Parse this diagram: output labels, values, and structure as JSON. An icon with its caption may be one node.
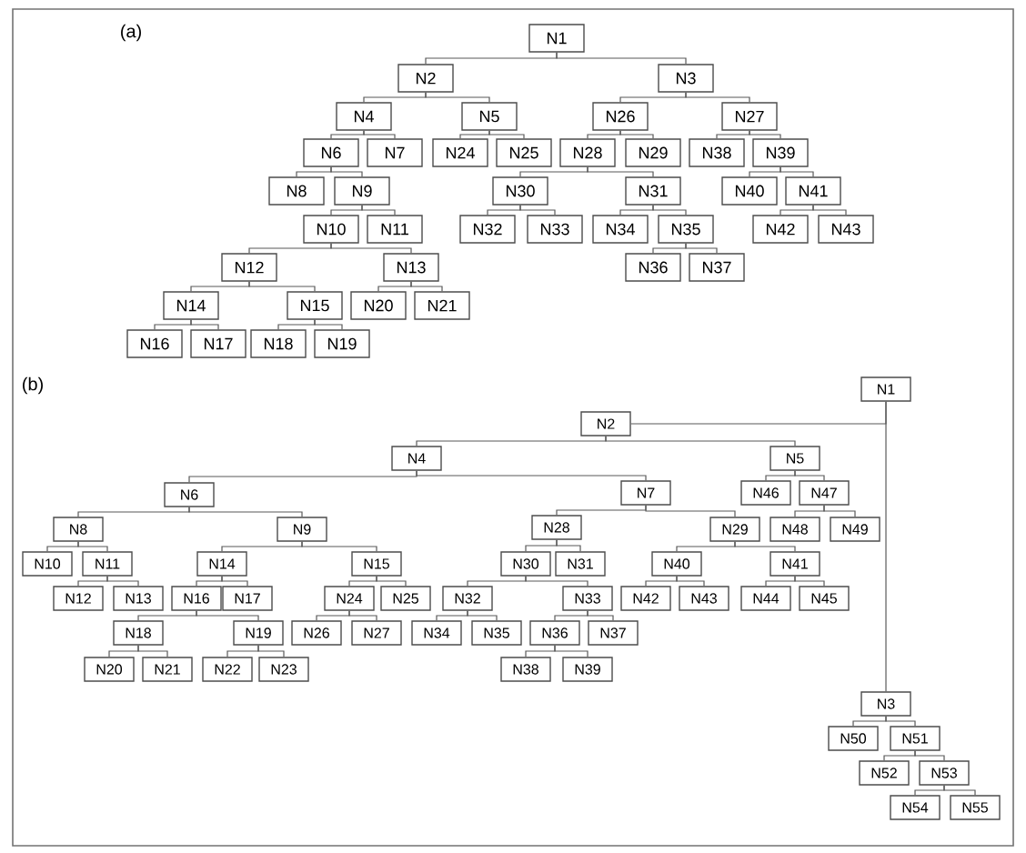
{
  "diagram": {
    "nodes": [
      {
        "text": [
          "N1"
        ]
      },
      {
        "text": [
          "N2"
        ]
      },
      {
        "text": [
          "N3"
        ]
      },
      {
        "text": [
          "N4"
        ]
      },
      {
        "text": [
          "N5"
        ]
      },
      {
        "text": [
          "N6"
        ]
      },
      {
        "text": [
          "N7"
        ]
      },
      {
        "text": [
          "N8"
        ]
      },
      {
        "text": [
          "N9"
        ]
      },
      {
        "text": [
          "N10"
        ]
      },
      {
        "text": [
          "N11"
        ]
      },
      {
        "text": [
          "N12"
        ]
      },
      {
        "text": [
          "N13"
        ]
      },
      {
        "text": [
          "N14"
        ]
      },
      {
        "text": [
          "N15"
        ]
      },
      {
        "text": [
          "N16"
        ]
      },
      {
        "text": [
          "N17"
        ]
      },
      {
        "text": [
          "N18"
        ]
      },
      {
        "text": [
          "N19"
        ]
      },
      {
        "text": [
          "N20"
        ]
      },
      {
        "text": [
          "N21"
        ]
      },
      {
        "text": [
          "N24"
        ]
      },
      {
        "text": [
          "N25"
        ]
      },
      {
        "text": [
          "N26"
        ]
      },
      {
        "text": [
          "N27"
        ]
      },
      {
        "text": [
          "N28"
        ]
      },
      {
        "text": [
          "N29"
        ]
      },
      {
        "text": [
          "N30"
        ]
      },
      {
        "text": [
          "N31"
        ]
      },
      {
        "text": [
          "N32"
        ]
      },
      {
        "text": [
          "N33"
        ]
      },
      {
        "text": [
          "N34"
        ]
      },
      {
        "text": [
          "N35"
        ]
      },
      {
        "text": [
          "N36"
        ]
      },
      {
        "text": [
          "N37"
        ]
      },
      {
        "text": [
          "N38"
        ]
      },
      {
        "text": [
          "N39"
        ]
      },
      {
        "text": [
          "N40"
        ]
      },
      {
        "text": [
          "N41"
        ]
      },
      {
        "text": [
          "N42"
        ]
      },
      {
        "text": [
          "N43"
        ]
      },
      {
        "text": [
          "N1"
        ]
      },
      {
        "text": [
          "N2"
        ]
      },
      {
        "text": [
          "N3"
        ]
      },
      {
        "text": [
          "N4"
        ]
      },
      {
        "text": [
          "N5"
        ]
      },
      {
        "text": [
          "N6"
        ]
      },
      {
        "text": [
          "N7"
        ]
      },
      {
        "text": [
          "N8"
        ]
      },
      {
        "text": [
          "N9"
        ]
      },
      {
        "text": [
          "N10"
        ]
      },
      {
        "text": [
          "N11"
        ]
      },
      {
        "text": [
          "N12"
        ]
      },
      {
        "text": [
          "N13"
        ]
      },
      {
        "text": [
          "N14"
        ]
      },
      {
        "text": [
          "N15"
        ]
      },
      {
        "text": [
          "N16"
        ]
      },
      {
        "text": [
          "N17"
        ]
      },
      {
        "text": [
          "N18"
        ]
      },
      {
        "text": [
          "N19"
        ]
      },
      {
        "text": [
          "N20"
        ]
      },
      {
        "text": [
          "N21"
        ]
      },
      {
        "text": [
          "N22"
        ]
      },
      {
        "text": [
          "N23"
        ]
      },
      {
        "text": [
          "N24"
        ]
      },
      {
        "text": [
          "N25"
        ]
      },
      {
        "text": [
          "N26"
        ]
      },
      {
        "text": [
          "N27"
        ]
      },
      {
        "text": [
          "N28"
        ]
      },
      {
        "text": [
          "N29"
        ]
      },
      {
        "text": [
          "N30"
        ]
      },
      {
        "text": [
          "N31"
        ]
      },
      {
        "text": [
          "N32"
        ]
      },
      {
        "text": [
          "N33"
        ]
      },
      {
        "text": [
          "N34"
        ]
      },
      {
        "text": [
          "N35"
        ]
      },
      {
        "text": [
          "N36"
        ]
      },
      {
        "text": [
          "N37"
        ]
      },
      {
        "text": [
          "N38"
        ]
      },
      {
        "text": [
          "N39"
        ]
      },
      {
        "text": [
          "N40"
        ]
      },
      {
        "text": [
          "N41"
        ]
      },
      {
        "text": [
          "N42"
        ]
      },
      {
        "text": [
          "N43"
        ]
      },
      {
        "text": [
          "N44"
        ]
      },
      {
        "text": [
          "N45"
        ]
      },
      {
        "text": [
          "N46"
        ]
      },
      {
        "text": [
          "N47"
        ]
      },
      {
        "text": [
          "N48"
        ]
      },
      {
        "text": [
          "N49"
        ]
      },
      {
        "text": [
          "N50"
        ]
      },
      {
        "text": [
          "N51"
        ]
      },
      {
        "text": [
          "N52"
        ]
      },
      {
        "text": [
          "N53"
        ]
      },
      {
        "text": [
          "N54"
        ]
      },
      {
        "text": [
          "N55"
        ]
      }
    ],
    "edges": [
      {
        "from": 0,
        "to": 1,
        "arrow": "none"
      },
      {
        "from": 0,
        "to": 2,
        "arrow": "none"
      },
      {
        "from": 1,
        "to": 3,
        "arrow": "none"
      },
      {
        "from": 1,
        "to": 4,
        "arrow": "none"
      },
      {
        "from": 3,
        "to": 5,
        "arrow": "none"
      },
      {
        "from": 3,
        "to": 6,
        "arrow": "none"
      },
      {
        "from": 5,
        "to": 7,
        "arrow": "none"
      },
      {
        "from": 5,
        "to": 8,
        "arrow": "none"
      },
      {
        "from": 8,
        "to": 9,
        "arrow": "none"
      },
      {
        "from": 8,
        "to": 10,
        "arrow": "none"
      },
      {
        "from": 9,
        "to": 11,
        "arrow": "none"
      },
      {
        "from": 9,
        "to": 12,
        "arrow": "none"
      },
      {
        "from": 11,
        "to": 13,
        "arrow": "none"
      },
      {
        "from": 11,
        "to": 14,
        "arrow": "none"
      },
      {
        "from": 13,
        "to": 15,
        "arrow": "none"
      },
      {
        "from": 13,
        "to": 16,
        "arrow": "none"
      },
      {
        "from": 14,
        "to": 17,
        "arrow": "none"
      },
      {
        "from": 14,
        "to": 18,
        "arrow": "none"
      },
      {
        "from": 12,
        "to": 19,
        "arrow": "none"
      },
      {
        "from": 12,
        "to": 20,
        "arrow": "none"
      },
      {
        "from": 4,
        "to": 21,
        "arrow": "none"
      },
      {
        "from": 4,
        "to": 22,
        "arrow": "none"
      },
      {
        "from": 2,
        "to": 23,
        "arrow": "none"
      },
      {
        "from": 2,
        "to": 24,
        "arrow": "none"
      },
      {
        "from": 23,
        "to": 25,
        "arrow": "none"
      },
      {
        "from": 23,
        "to": 26,
        "arrow": "none"
      },
      {
        "from": 25,
        "to": 27,
        "arrow": "none"
      },
      {
        "from": 25,
        "to": 28,
        "arrow": "none"
      },
      {
        "from": 27,
        "to": 29,
        "arrow": "none"
      },
      {
        "from": 27,
        "to": 30,
        "arrow": "none"
      },
      {
        "from": 28,
        "to": 31,
        "arrow": "none"
      },
      {
        "from": 28,
        "to": 32,
        "arrow": "none"
      },
      {
        "from": 32,
        "to": 33,
        "arrow": "none"
      },
      {
        "from": 32,
        "to": 34,
        "arrow": "none"
      },
      {
        "from": 24,
        "to": 35,
        "arrow": "none"
      },
      {
        "from": 24,
        "to": 36,
        "arrow": "none"
      },
      {
        "from": 36,
        "to": 37,
        "arrow": "none"
      },
      {
        "from": 36,
        "to": 38,
        "arrow": "none"
      },
      {
        "from": 38,
        "to": 39,
        "arrow": "none"
      },
      {
        "from": 38,
        "to": 40,
        "arrow": "none"
      },
      {
        "from": 41,
        "to": 42,
        "arrow": "none"
      },
      {
        "from": 41,
        "to": 43,
        "arrow": "none"
      },
      {
        "from": 42,
        "to": 44,
        "arrow": "none"
      },
      {
        "from": 42,
        "to": 45,
        "arrow": "none"
      },
      {
        "from": 44,
        "to": 46,
        "arrow": "none"
      },
      {
        "from": 44,
        "to": 47,
        "arrow": "none"
      },
      {
        "from": 46,
        "to": 48,
        "arrow": "none"
      },
      {
        "from": 46,
        "to": 49,
        "arrow": "none"
      },
      {
        "from": 48,
        "to": 50,
        "arrow": "none"
      },
      {
        "from": 48,
        "to": 51,
        "arrow": "none"
      },
      {
        "from": 51,
        "to": 52,
        "arrow": "none"
      },
      {
        "from": 51,
        "to": 53,
        "arrow": "none"
      },
      {
        "from": 49,
        "to": 54,
        "arrow": "none"
      },
      {
        "from": 49,
        "to": 55,
        "arrow": "none"
      },
      {
        "from": 54,
        "to": 56,
        "arrow": "none"
      },
      {
        "from": 54,
        "to": 57,
        "arrow": "none"
      },
      {
        "from": 56,
        "to": 58,
        "arrow": "none"
      },
      {
        "from": 56,
        "to": 59,
        "arrow": "none"
      },
      {
        "from": 58,
        "to": 60,
        "arrow": "none"
      },
      {
        "from": 58,
        "to": 61,
        "arrow": "none"
      },
      {
        "from": 59,
        "to": 62,
        "arrow": "none"
      },
      {
        "from": 59,
        "to": 63,
        "arrow": "none"
      },
      {
        "from": 55,
        "to": 64,
        "arrow": "none"
      },
      {
        "from": 55,
        "to": 65,
        "arrow": "none"
      },
      {
        "from": 64,
        "to": 66,
        "arrow": "none"
      },
      {
        "from": 64,
        "to": 67,
        "arrow": "none"
      },
      {
        "from": 47,
        "to": 68,
        "arrow": "none"
      },
      {
        "from": 47,
        "to": 69,
        "arrow": "none"
      },
      {
        "from": 68,
        "to": 70,
        "arrow": "none"
      },
      {
        "from": 68,
        "to": 71,
        "arrow": "none"
      },
      {
        "from": 70,
        "to": 72,
        "arrow": "none"
      },
      {
        "from": 70,
        "to": 73,
        "arrow": "none"
      },
      {
        "from": 72,
        "to": 74,
        "arrow": "none"
      },
      {
        "from": 72,
        "to": 75,
        "arrow": "none"
      },
      {
        "from": 73,
        "to": 76,
        "arrow": "none"
      },
      {
        "from": 73,
        "to": 77,
        "arrow": "none"
      },
      {
        "from": 76,
        "to": 78,
        "arrow": "none"
      },
      {
        "from": 76,
        "to": 79,
        "arrow": "none"
      },
      {
        "from": 69,
        "to": 80,
        "arrow": "none"
      },
      {
        "from": 69,
        "to": 81,
        "arrow": "none"
      },
      {
        "from": 80,
        "to": 82,
        "arrow": "none"
      },
      {
        "from": 80,
        "to": 83,
        "arrow": "none"
      },
      {
        "from": 81,
        "to": 84,
        "arrow": "none"
      },
      {
        "from": 81,
        "to": 85,
        "arrow": "none"
      },
      {
        "from": 45,
        "to": 86,
        "arrow": "none"
      },
      {
        "from": 45,
        "to": 87,
        "arrow": "none"
      },
      {
        "from": 87,
        "to": 88,
        "arrow": "none"
      },
      {
        "from": 87,
        "to": 89,
        "arrow": "none"
      },
      {
        "from": 43,
        "to": 90,
        "arrow": "none"
      },
      {
        "from": 43,
        "to": 91,
        "arrow": "none"
      },
      {
        "from": 91,
        "to": 92,
        "arrow": "none"
      },
      {
        "from": 91,
        "to": 93,
        "arrow": "none"
      },
      {
        "from": 93,
        "to": 94,
        "arrow": "none"
      },
      {
        "from": 93,
        "to": 95,
        "arrow": "none"
      }
    ],
    "labels": [
      "(a)",
      "(b)"
    ]
  }
}
